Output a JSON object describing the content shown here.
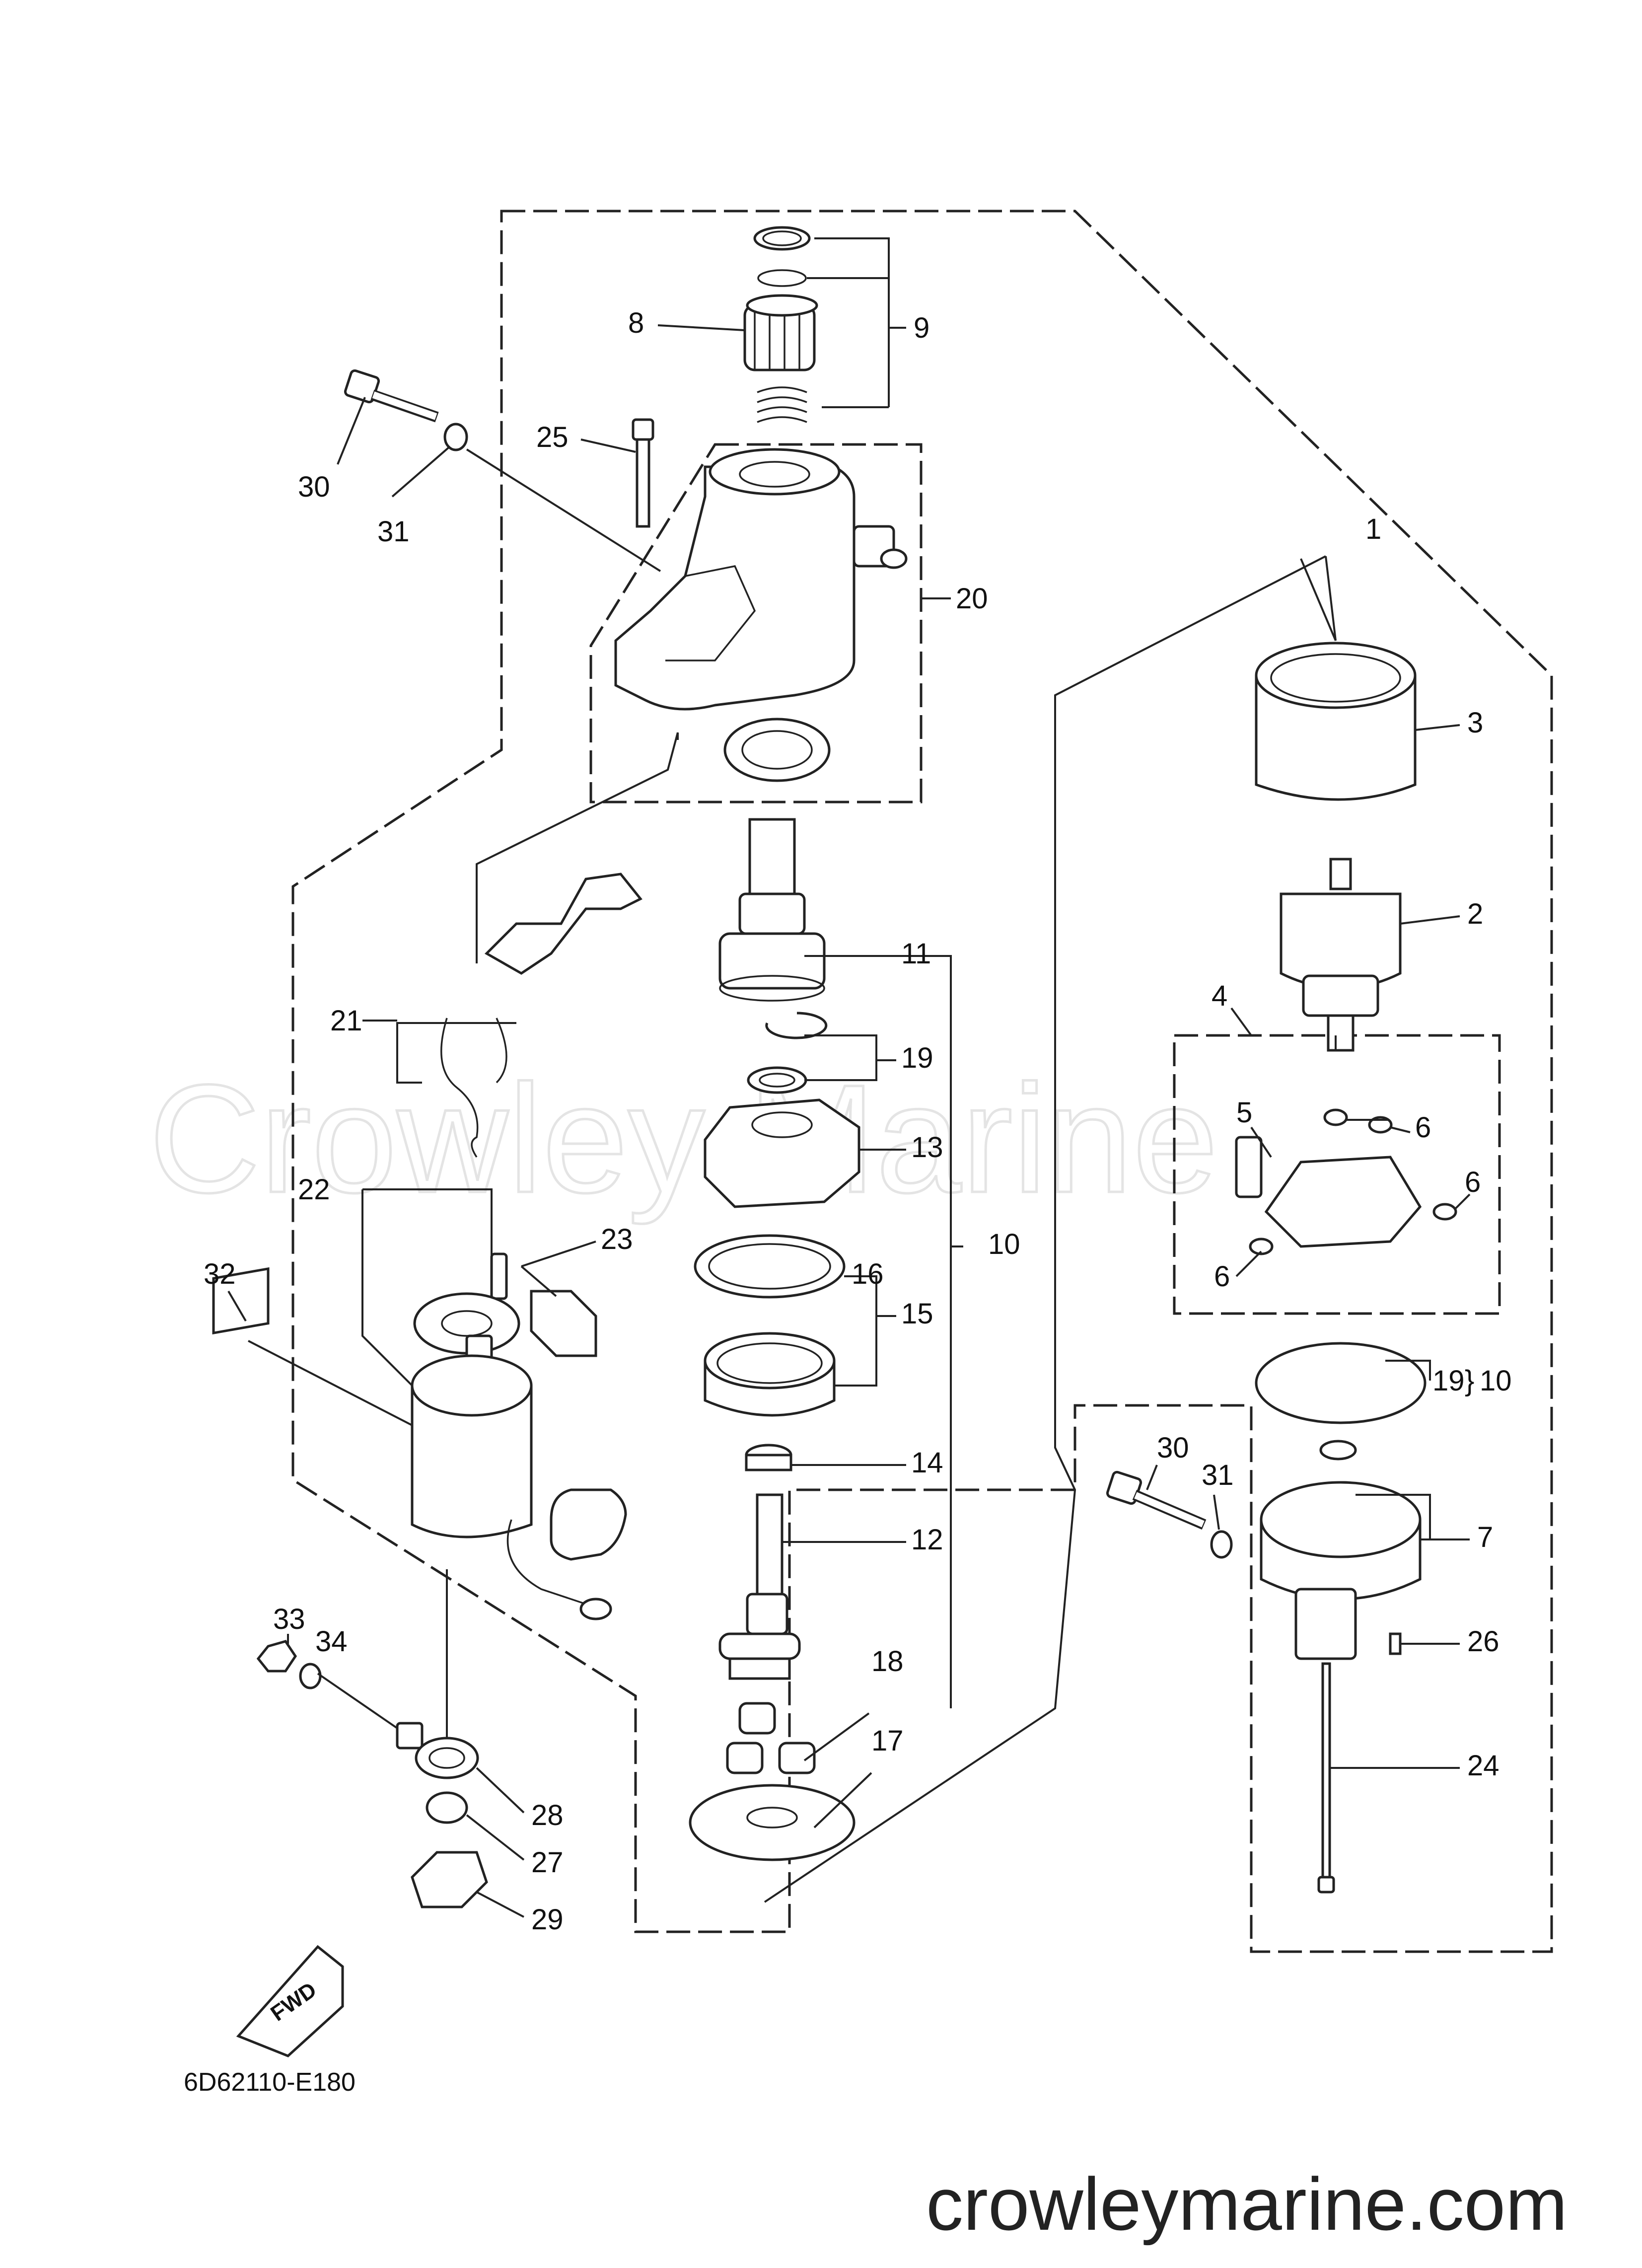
{
  "diagram": {
    "code": "6D62110-E180",
    "website": "crowleymarine.com",
    "watermark": "Crowley Marine",
    "fwd_label": "FWD",
    "callouts": {
      "c1": "1",
      "c2": "2",
      "c3": "3",
      "c4": "4",
      "c5": "5",
      "c6a": "6",
      "c6b": "6",
      "c6c": "6",
      "c7": "7",
      "c8": "8",
      "c9": "9",
      "c10a": "10",
      "c10b": "10",
      "c11": "11",
      "c12": "12",
      "c13": "13",
      "c14": "14",
      "c15": "15",
      "c16": "16",
      "c17": "17",
      "c18": "18",
      "c19a": "19",
      "c19b": "19",
      "c20": "20",
      "c21": "21",
      "c22": "22",
      "c23": "23",
      "c24": "24",
      "c25": "25",
      "c26": "26",
      "c27": "27",
      "c28": "28",
      "c29": "29",
      "c30a": "30",
      "c30b": "30",
      "c31a": "31",
      "c31b": "31",
      "c32": "32",
      "c33": "33",
      "c34": "34"
    }
  },
  "colors": {
    "line": "#222222",
    "watermark": "#e4e4e4",
    "background": "#ffffff"
  },
  "icons": {
    "fwd_arrow": "fwd-arrow-icon"
  }
}
